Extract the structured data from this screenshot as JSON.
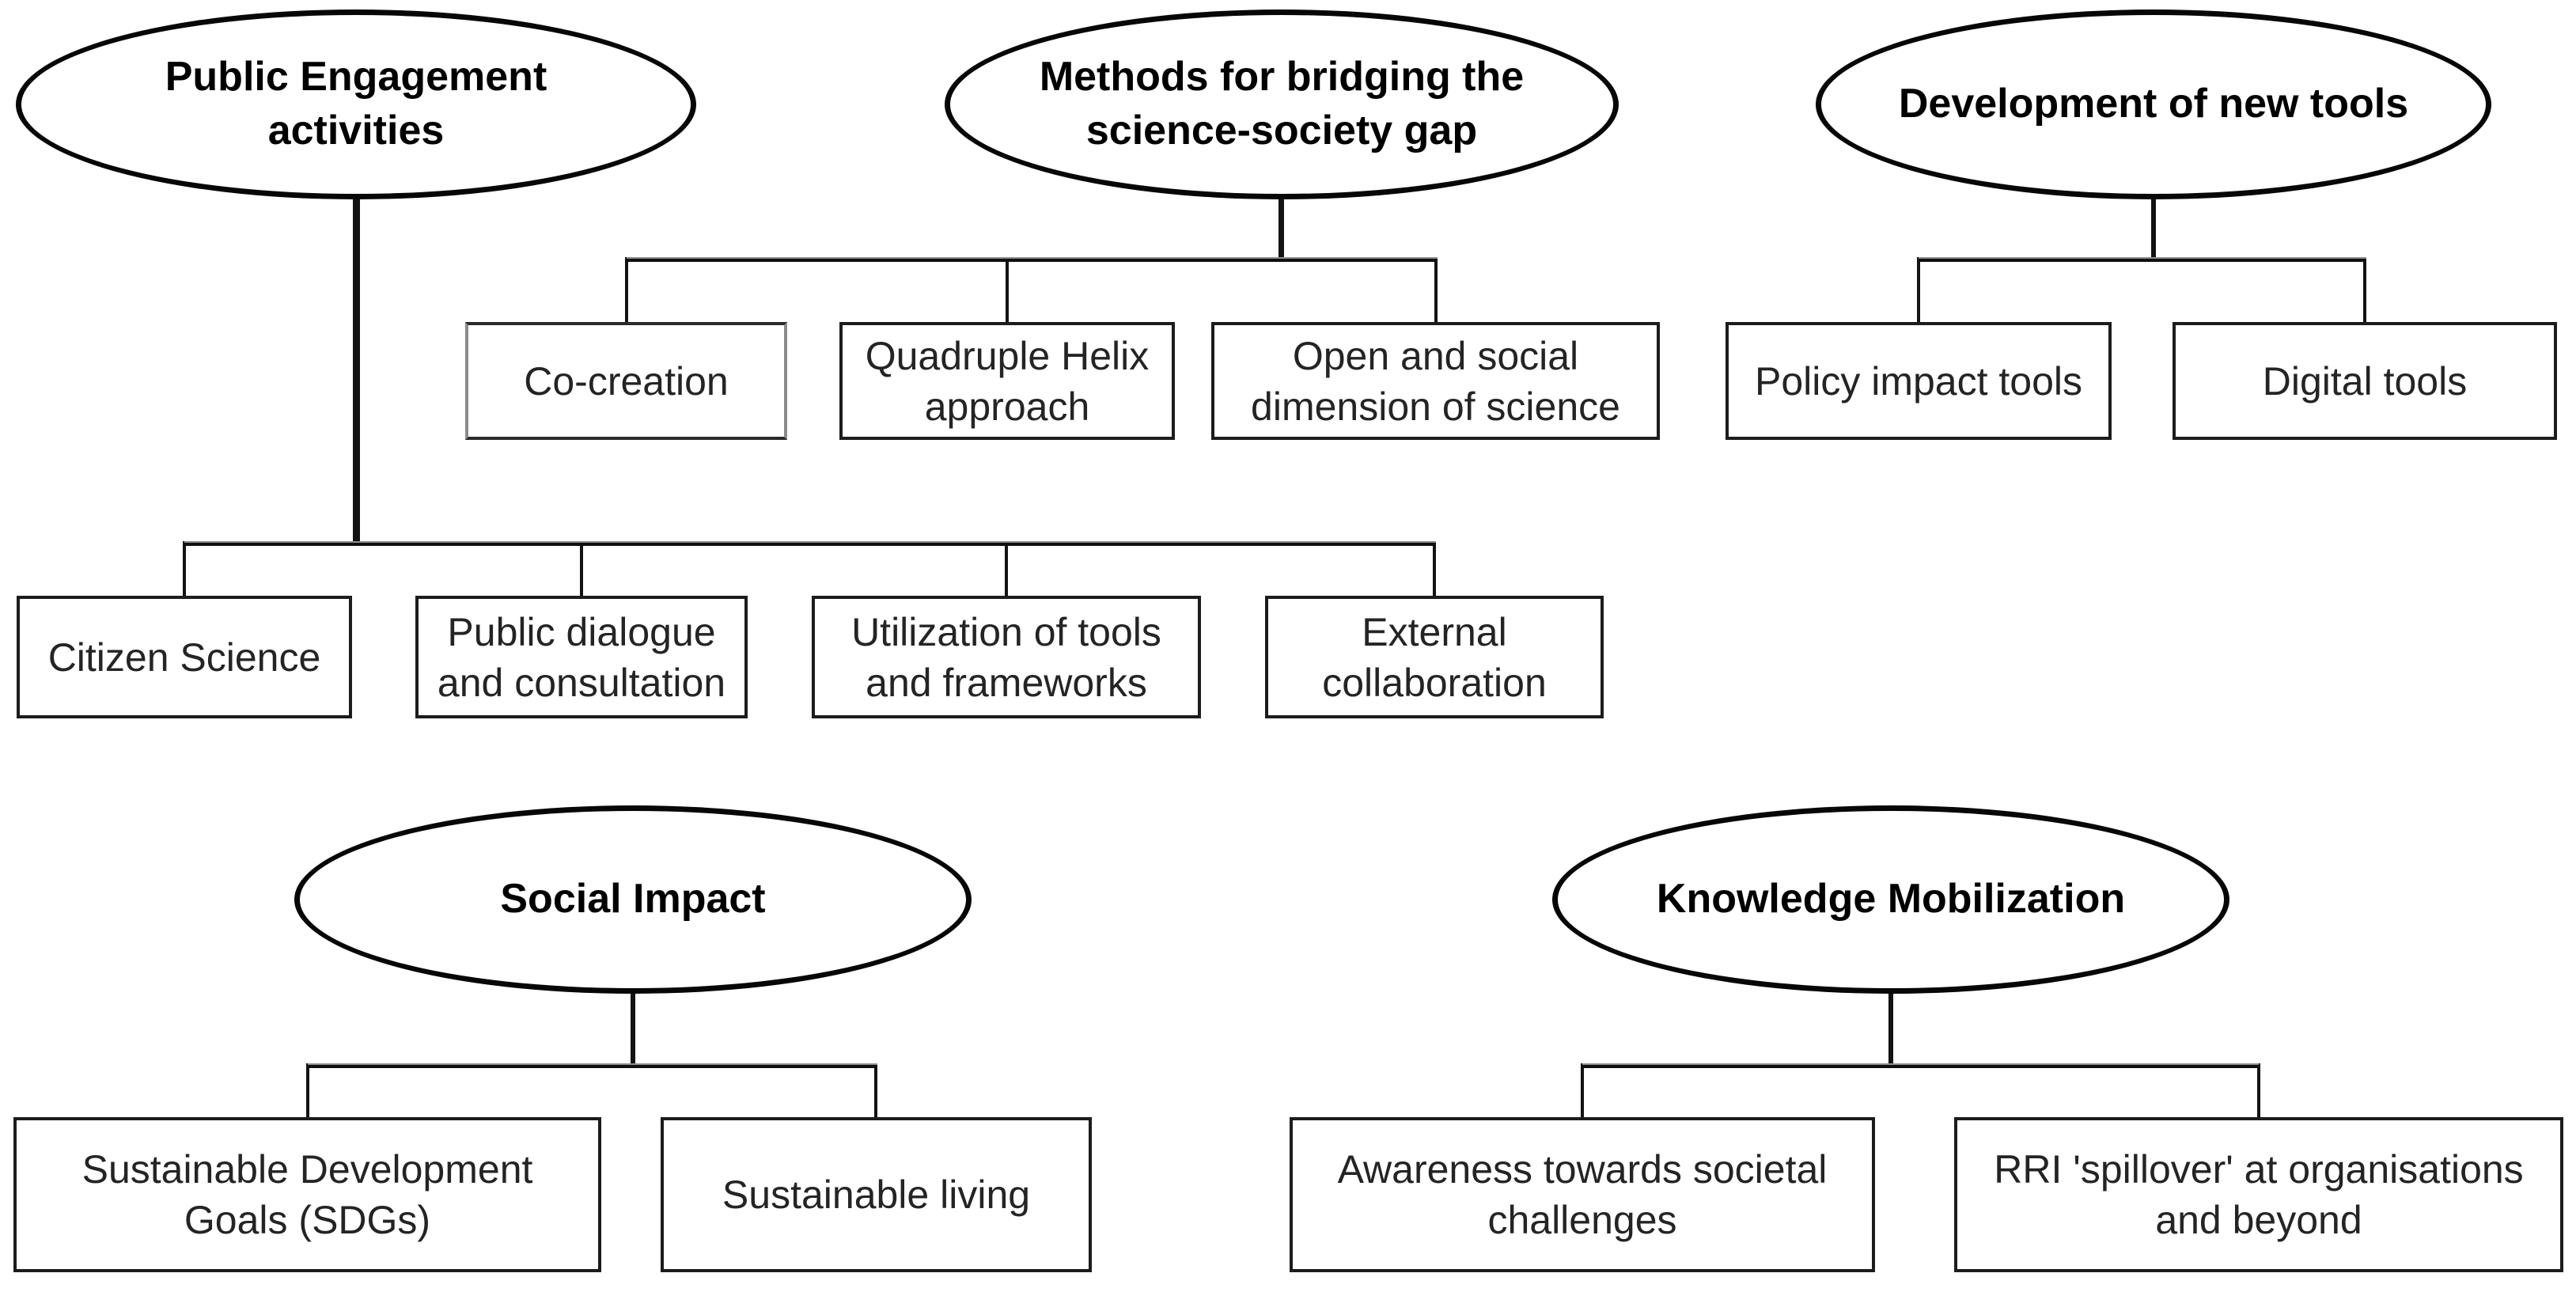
{
  "diagram": {
    "background_color": "#ffffff",
    "stroke_color": "#000000",
    "text_color": "#242424",
    "groups": [
      {
        "parent": {
          "label": "Public Engagement activities",
          "shape": "ellipse"
        },
        "children": [
          {
            "label": "Citizen Science"
          },
          {
            "label": "Public dialogue\nand consultation"
          },
          {
            "label": "Utilization of tools\nand frameworks"
          },
          {
            "label": "External\ncollaboration"
          }
        ]
      },
      {
        "parent": {
          "label": "Methods for bridging the\nscience-society gap",
          "shape": "ellipse"
        },
        "children": [
          {
            "label": "Co-creation"
          },
          {
            "label": "Quadruple Helix\napproach"
          },
          {
            "label": "Open and social\ndimension of science"
          }
        ]
      },
      {
        "parent": {
          "label": "Development of new tools",
          "shape": "ellipse"
        },
        "children": [
          {
            "label": "Policy impact tools"
          },
          {
            "label": "Digital tools"
          }
        ]
      },
      {
        "parent": {
          "label": "Social Impact",
          "shape": "ellipse"
        },
        "children": [
          {
            "label": "Sustainable Development\nGoals (SDGs)"
          },
          {
            "label": "Sustainable living"
          }
        ]
      },
      {
        "parent": {
          "label": "Knowledge Mobilization",
          "shape": "ellipse"
        },
        "children": [
          {
            "label": "Awareness towards societal\nchallenges"
          },
          {
            "label": "RRI 'spillover' at organisations\nand beyond"
          }
        ]
      }
    ]
  }
}
